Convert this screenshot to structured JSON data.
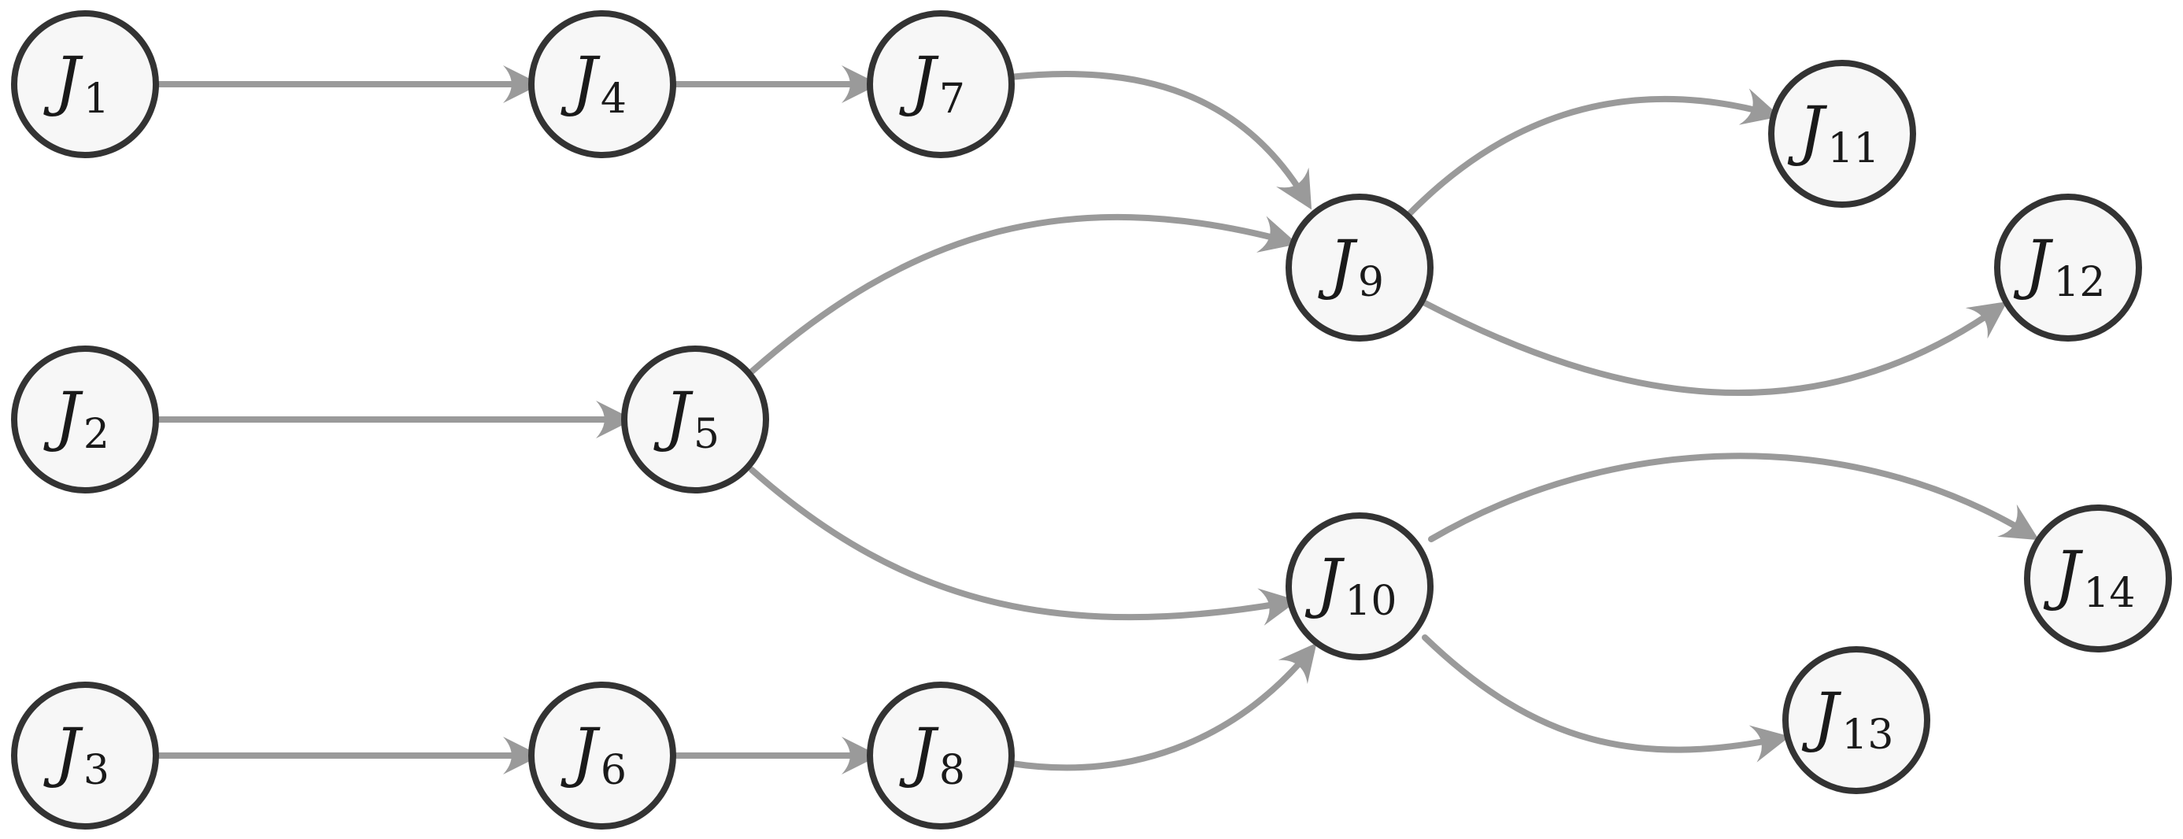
{
  "nodes": [
    {
      "id": "J1",
      "base": "J",
      "sub": "1"
    },
    {
      "id": "J2",
      "base": "J",
      "sub": "2"
    },
    {
      "id": "J3",
      "base": "J",
      "sub": "3"
    },
    {
      "id": "J4",
      "base": "J",
      "sub": "4"
    },
    {
      "id": "J5",
      "base": "J",
      "sub": "5"
    },
    {
      "id": "J6",
      "base": "J",
      "sub": "6"
    },
    {
      "id": "J7",
      "base": "J",
      "sub": "7"
    },
    {
      "id": "J8",
      "base": "J",
      "sub": "8"
    },
    {
      "id": "J9",
      "base": "J",
      "sub": "9"
    },
    {
      "id": "J10",
      "base": "J",
      "sub": "10"
    },
    {
      "id": "J11",
      "base": "J",
      "sub": "11"
    },
    {
      "id": "J12",
      "base": "J",
      "sub": "12"
    },
    {
      "id": "J13",
      "base": "J",
      "sub": "13"
    },
    {
      "id": "J14",
      "base": "J",
      "sub": "14"
    }
  ],
  "edges": [
    {
      "from": "J1",
      "to": "J4"
    },
    {
      "from": "J4",
      "to": "J7"
    },
    {
      "from": "J7",
      "to": "J9"
    },
    {
      "from": "J2",
      "to": "J5"
    },
    {
      "from": "J5",
      "to": "J9"
    },
    {
      "from": "J5",
      "to": "J10"
    },
    {
      "from": "J3",
      "to": "J6"
    },
    {
      "from": "J6",
      "to": "J8"
    },
    {
      "from": "J8",
      "to": "J10"
    },
    {
      "from": "J9",
      "to": "J11"
    },
    {
      "from": "J9",
      "to": "J12"
    },
    {
      "from": "J10",
      "to": "J14"
    },
    {
      "from": "J10",
      "to": "J13"
    }
  ],
  "colors": {
    "edge": "#9a9a9a",
    "node_stroke": "#333333",
    "node_fill": "#f7f7f7",
    "label": "#1a1a1a"
  }
}
